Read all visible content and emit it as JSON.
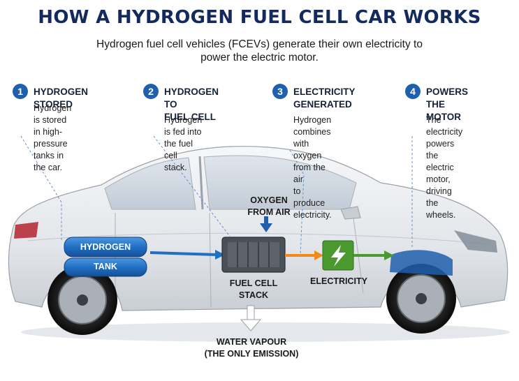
{
  "title": "HOW A HYDROGEN FUEL CELL CAR WORKS",
  "subtitle": "Hydrogen fuel cell vehicles (FCEVs) generate their own electricity to power the electric motor.",
  "steps": [
    {
      "number": "1",
      "title": "HYDROGEN STORED",
      "description": "Hydrogen is stored\nin high-pressure\ntanks in the car."
    },
    {
      "number": "2",
      "title": "HYDROGEN TO\nFUEL CELL",
      "description": "Hydrogen is fed into\nthe fuel cell stack."
    },
    {
      "number": "3",
      "title": "ELECTRICITY\nGENERATED",
      "description": "Hydrogen combines\nwith oxygen from the air\nto produce electricity."
    },
    {
      "number": "4",
      "title": "POWERS\nTHE MOTOR",
      "description": "The electricity powers\nthe electric motor,\ndriving the wheels."
    }
  ],
  "labels": {
    "tank_line1": "HYDROGEN",
    "tank_line2": "TANK",
    "oxygen": "OXYGEN\nFROM AIR",
    "fuel_cell": "FUEL CELL\nSTACK",
    "electricity": "ELECTRICITY",
    "water": "WATER VAPOUR\n(THE ONLY EMISSION)"
  },
  "colors": {
    "accent_blue": "#1f5fae",
    "title_navy": "#14295c",
    "electric_green": "#4a9a2f",
    "flow_orange": "#f08a1c"
  },
  "icons": {
    "electricity": "lightning-bolt-icon",
    "oxygen_arrow": "arrow-down-icon",
    "water_arrow": "arrow-down-icon"
  }
}
